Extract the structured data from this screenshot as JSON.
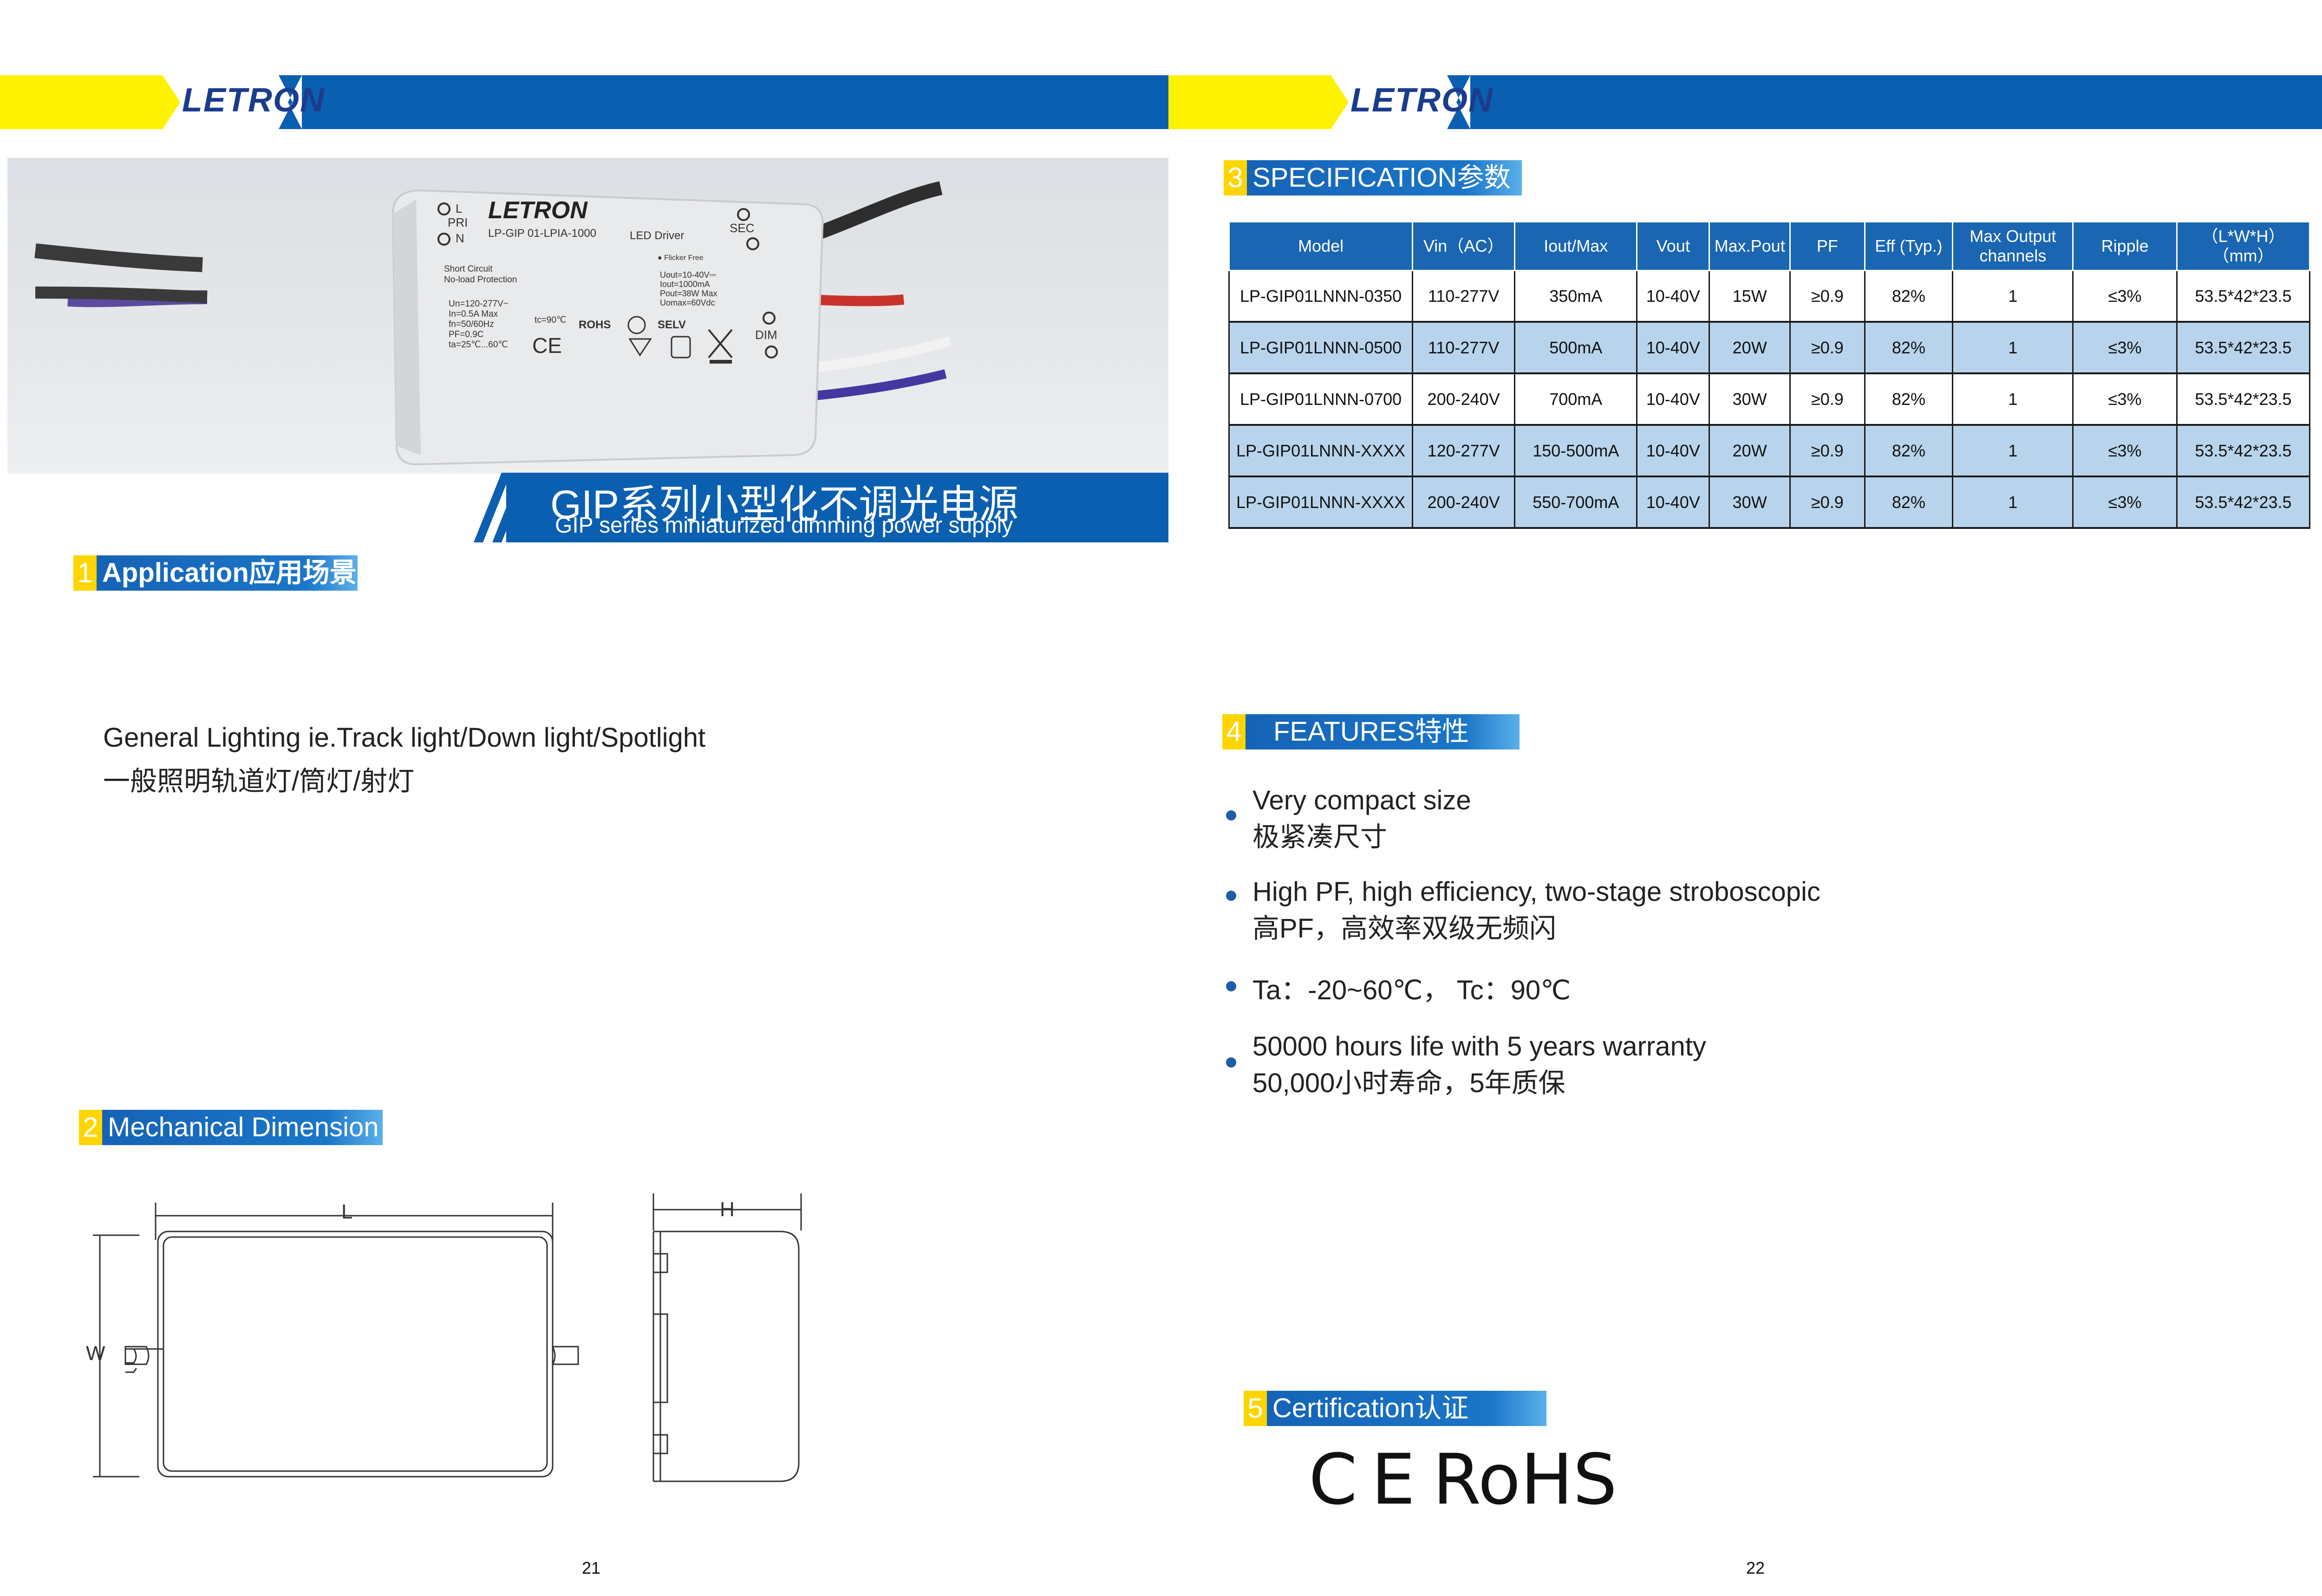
{
  "header": {
    "logo_text": "LETRON"
  },
  "hero": {
    "title_cn": "GIP系列小型化不调光电源",
    "title_en": "GIP series miniaturized dimming power supply",
    "product_label": {
      "brand": "LETRON",
      "model": "LP-GIP 01-LPIA-1000",
      "type": "LED Driver",
      "pri": "PRI",
      "l": "L",
      "n": "N",
      "sec": "SEC",
      "dim": "DIM",
      "flicker": "● Flicker Free",
      "protections": [
        "Short Circuit",
        "No-load Protection"
      ],
      "ratings_left": [
        "Un=120-277V~",
        "In=0.5A Max",
        "fn=50/60Hz",
        "PF=0.9C",
        "ta=25℃...60℃"
      ],
      "ratings_right": [
        "Uout=10-40V⎓",
        "Iout=1000mA",
        "Pout=38W Max",
        "Uomax=60Vdc"
      ],
      "tc": "tc=90℃",
      "rohs": "ROHS",
      "selv": "SELV",
      "ce": "CE"
    }
  },
  "left_page": {
    "page_number": "21",
    "section1": {
      "num": "1",
      "label": "Application应用场景"
    },
    "application_en": "General Lighting ie.Track light/Down light/Spotlight",
    "application_cn": "一般照明轨道灯/筒灯/射灯",
    "section2": {
      "num": "2",
      "label": "Mechanical Dimension"
    },
    "dim_labels": {
      "length": "L",
      "width": "W",
      "height": "H"
    }
  },
  "right_page": {
    "page_number": "22",
    "section3": {
      "num": "3",
      "label": "SPECIFICATION参数"
    },
    "spec_table": {
      "headers": [
        "Model",
        "Vin（AC）",
        "Iout/Max",
        "Vout",
        "Max.Pout",
        "PF",
        "Eff (Typ.)",
        "Max Output channels",
        "Ripple",
        "（L*W*H） （mm）"
      ],
      "rows": [
        [
          "LP-GIP01LNNN-0350",
          "110-277V",
          "350mA",
          "10-40V",
          "15W",
          "≥0.9",
          "82%",
          "1",
          "≤3%",
          "53.5*42*23.5"
        ],
        [
          "LP-GIP01LNNN-0500",
          "110-277V",
          "500mA",
          "10-40V",
          "20W",
          "≥0.9",
          "82%",
          "1",
          "≤3%",
          "53.5*42*23.5"
        ],
        [
          "LP-GIP01LNNN-0700",
          "200-240V",
          "700mA",
          "10-40V",
          "30W",
          "≥0.9",
          "82%",
          "1",
          "≤3%",
          "53.5*42*23.5"
        ],
        [
          "LP-GIP01LNNN-XXXX",
          "120-277V",
          "150-500mA",
          "10-40V",
          "20W",
          "≥0.9",
          "82%",
          "1",
          "≤3%",
          "53.5*42*23.5"
        ],
        [
          "LP-GIP01LNNN-XXXX",
          "200-240V",
          "550-700mA",
          "10-40V",
          "30W",
          "≥0.9",
          "82%",
          "1",
          "≤3%",
          "53.5*42*23.5"
        ]
      ]
    },
    "section4": {
      "num": "4",
      "label": "FEATURES特性"
    },
    "features": [
      {
        "en": "Very compact size",
        "cn": "极紧凑尺寸"
      },
      {
        "en": "High PF, high efficiency, two-stage stroboscopic",
        "cn": "高PF，高效率双级无频闪"
      },
      {
        "en": "Ta：-20~60℃， Tc：90℃",
        "cn": ""
      },
      {
        "en": "50000 hours life with 5 years warranty",
        "cn": "50,000小时寿命，5年质保"
      }
    ],
    "section5": {
      "num": "5",
      "label": "Certification认证"
    },
    "certs": {
      "ce": "CE",
      "rohs": "RoHS"
    }
  }
}
